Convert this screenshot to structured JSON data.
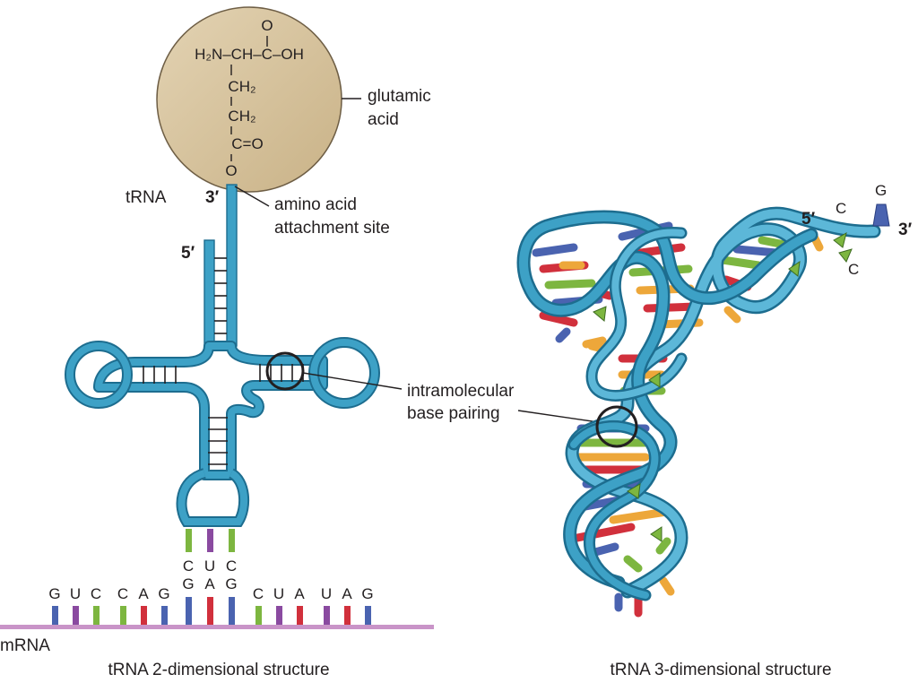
{
  "labels": {
    "glutamic_1": "glutamic",
    "glutamic_2": "acid",
    "trna": "tRNA",
    "three_prime": "3′",
    "five_prime": "5′",
    "attach_1": "amino acid",
    "attach_2": "attachment site",
    "pairing_1": "intramolecular",
    "pairing_2": "base pairing",
    "mrna": "mRNA",
    "caption_2d": "tRNA 2-dimensional structure",
    "caption_3d": "tRNA 3-dimensional structure"
  },
  "chemistry": {
    "top_o": "O",
    "main_chain": "H₂N–CH–C–OH",
    "ch2_1": "CH₂",
    "ch2_2": "CH₂",
    "carbonyl": "C=O",
    "ester_o": "O"
  },
  "anticodon": [
    "C",
    "U",
    "C"
  ],
  "codon": [
    "G",
    "A",
    "G"
  ],
  "mrna_bases": [
    "G",
    "U",
    "C",
    "C",
    "A",
    "G",
    "C",
    "U",
    "A",
    "U",
    "A",
    "G"
  ],
  "three_d": {
    "five_prime": "5′",
    "three_prime": "3′",
    "c_top": "C",
    "c_bottom": "C",
    "g_top": "G"
  },
  "colors": {
    "strand": "#3da1c6",
    "strand_dark": "#1d6d8f",
    "amino_fill": "#d8c49e",
    "base_blue": "#4a63b0",
    "base_red": "#d1303c",
    "base_green": "#7db640",
    "base_purple": "#8a4aa0",
    "base_orange": "#eda73a",
    "mrna_line": "#c994c8"
  }
}
